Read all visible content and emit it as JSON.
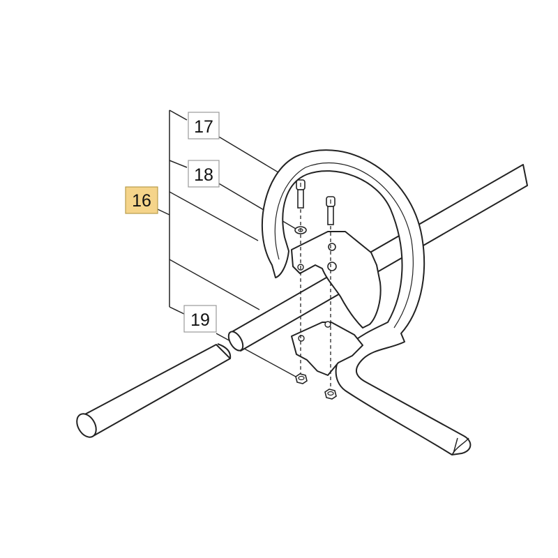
{
  "diagram": {
    "type": "exploded-parts-view",
    "callouts": [
      {
        "id": "c16",
        "label": "16",
        "highlighted": true
      },
      {
        "id": "c17",
        "label": "17",
        "highlighted": false
      },
      {
        "id": "c18",
        "label": "18",
        "highlighted": false
      },
      {
        "id": "c19",
        "label": "19",
        "highlighted": false
      }
    ],
    "colors": {
      "highlight_fill": "#f5d48a",
      "highlight_border": "#b89c4a",
      "box_border": "#999999",
      "line": "#222222",
      "part_fill": "#ffffff",
      "shadow": "#d9d9d9"
    }
  }
}
